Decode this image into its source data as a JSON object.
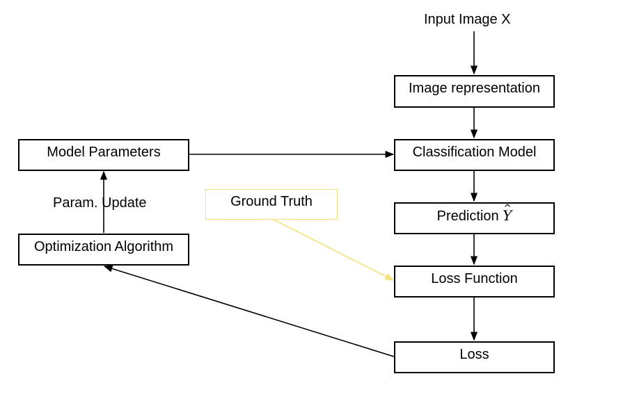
{
  "nodes": {
    "input_label": "Input Image X",
    "image_representation": "Image representation",
    "classification_model": "Classification Model",
    "prediction_label": "Prediction",
    "prediction_symbol": "Y",
    "prediction_hat": "^",
    "loss_function": "Loss Function",
    "loss": "Loss",
    "model_parameters": "Model Parameters",
    "optimization_algorithm": "Optimization Algorithm",
    "ground_truth": "Ground Truth"
  },
  "edges": {
    "param_update_label": "Param. Update"
  },
  "colors": {
    "stroke": "#000000",
    "ground_truth_accent": "#f7e07a"
  }
}
